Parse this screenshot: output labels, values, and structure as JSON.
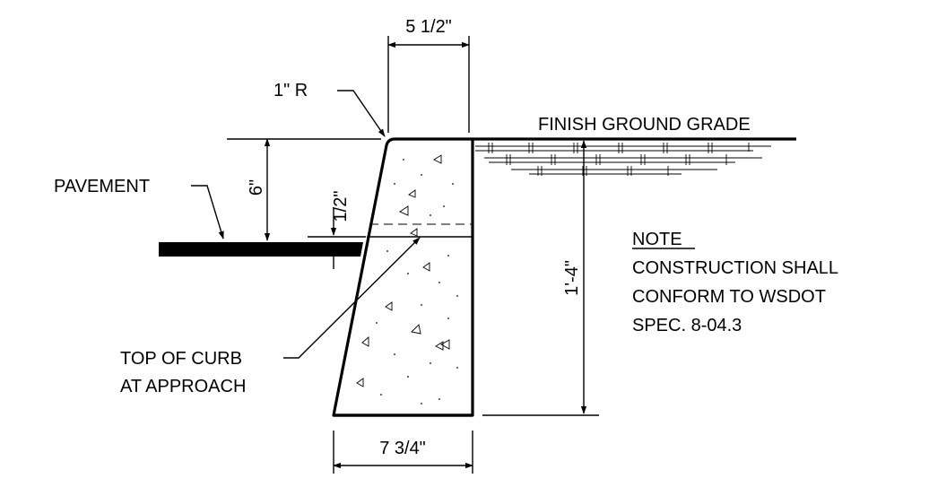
{
  "diagram": {
    "dimensions": {
      "top_width": "5 1/2\"",
      "bottom_width": "7 3/4\"",
      "height_reveal": "6\"",
      "approach_height": "1/2\"",
      "total_height": "1'-4\"",
      "radius": "1\" R"
    },
    "labels": {
      "finish_grade": "FINISH GROUND GRADE",
      "pavement": "PAVEMENT",
      "top_of_curb_line1": "TOP OF CURB",
      "top_of_curb_line2": "AT APPROACH"
    },
    "note": {
      "heading": "NOTE",
      "lines": [
        "CONSTRUCTION SHALL",
        "CONFORM TO WSDOT",
        "SPEC. 8-04.3"
      ]
    }
  }
}
